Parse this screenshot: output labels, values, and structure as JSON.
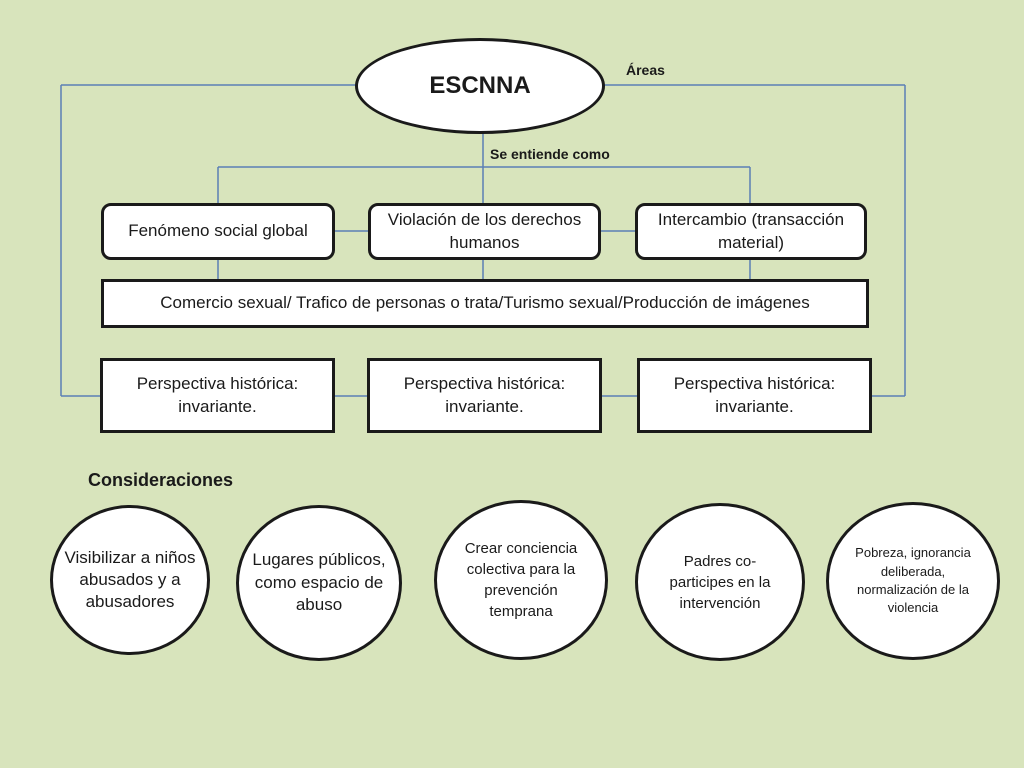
{
  "diagram": {
    "title": "ESCNNA",
    "labels": {
      "areas": "Áreas",
      "understood_as": "Se entiende como"
    },
    "concepts": [
      "Fenómeno social global",
      "Violación de los derechos humanos",
      "Intercambio (transacción material)"
    ],
    "forms": "Comercio sexual/ Trafico de personas o trata/Turismo sexual/Producción de imágenes",
    "perspectives": [
      "Perspectiva histórica: invariante.",
      "Perspectiva histórica: invariante.",
      "Perspectiva histórica: invariante."
    ],
    "considerations_heading": "Consideraciones",
    "considerations": [
      "Visibilizar a niños abusados y a abusadores",
      "Lugares públicos, como espacio de abuso",
      "Crear conciencia colectiva para la prevención temprana",
      "Padres co-participes en la intervención",
      "Pobreza, ignorancia deliberada, normalización de la violencia"
    ],
    "colors": {
      "background": "#d8e4bc",
      "connector": "#5b7fb5",
      "border": "#1a1a1a",
      "fill": "#ffffff"
    }
  }
}
